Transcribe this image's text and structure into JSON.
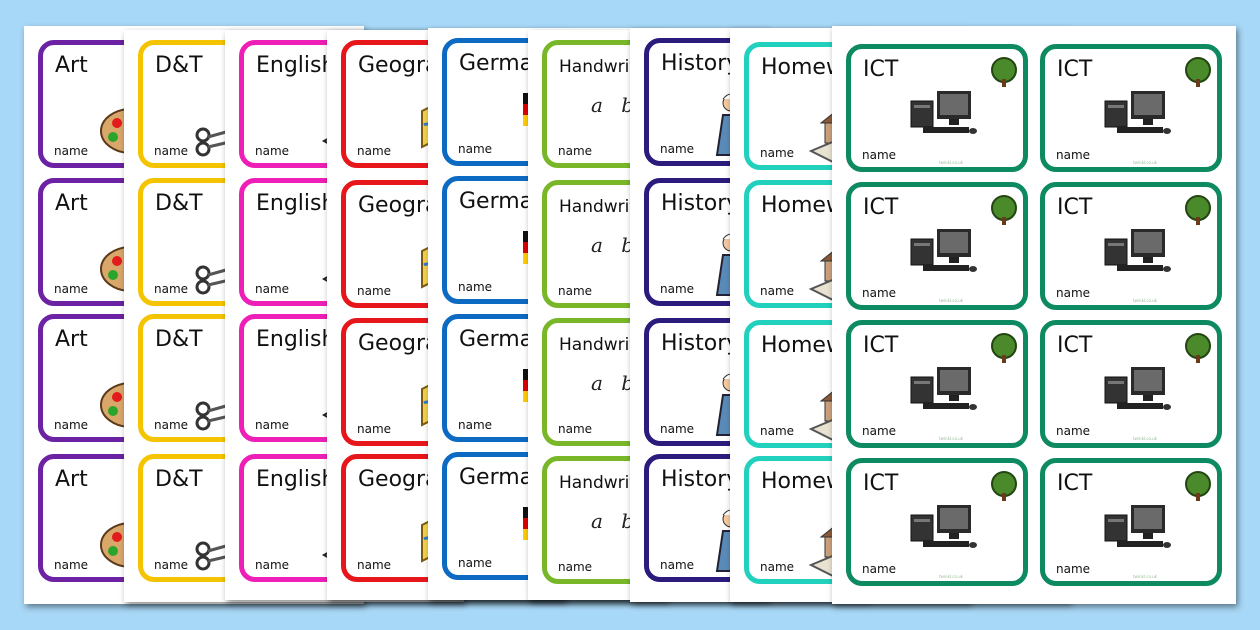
{
  "name_label": "name",
  "footer_credit": "twinkl.co.uk",
  "subjects": [
    {
      "id": "art",
      "title": "Art",
      "color": "#6c22a3",
      "icon": "palette-icon"
    },
    {
      "id": "dt",
      "title": "D&T",
      "color": "#f5c400",
      "icon": "thread-spool-scissors-icon"
    },
    {
      "id": "english",
      "title": "English",
      "color": "#ee1fb7",
      "icon": "book-quill-icon"
    },
    {
      "id": "geography",
      "title": "Geography",
      "color": "#e6161b",
      "icon": "folded-map-icon"
    },
    {
      "id": "german",
      "title": "German",
      "color": "#0d6ac2",
      "icon": "german-flag-icon",
      "flag": [
        "#111111",
        "#dd0000",
        "#ffce00"
      ]
    },
    {
      "id": "handwriting",
      "title": "Handwriting",
      "color": "#79b728",
      "icon": "cursive-letters-icon",
      "letters": "a b"
    },
    {
      "id": "history",
      "title": "History",
      "color": "#2c1a7d",
      "icon": "historical-people-icon"
    },
    {
      "id": "homework",
      "title": "Homework",
      "color": "#21d0bd",
      "icon": "house-book-icon"
    },
    {
      "id": "ict",
      "title": "ICT",
      "color": "#0e8a62",
      "icon": "computer-icon"
    }
  ]
}
